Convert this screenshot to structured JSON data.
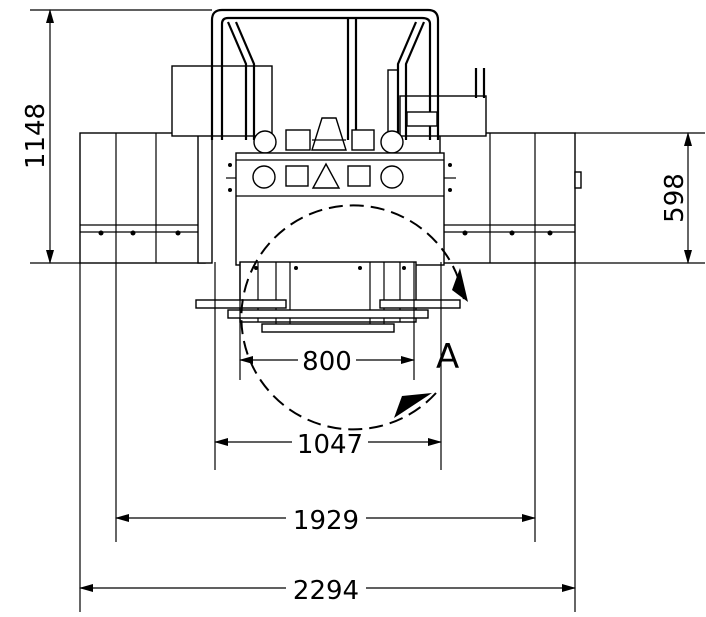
{
  "dimensions": {
    "total_height": "1148",
    "side_height": "598",
    "width_inner": "800",
    "width_mid": "1047",
    "width_tracks": "1929",
    "width_total": "2294"
  },
  "rotation_label": "A"
}
